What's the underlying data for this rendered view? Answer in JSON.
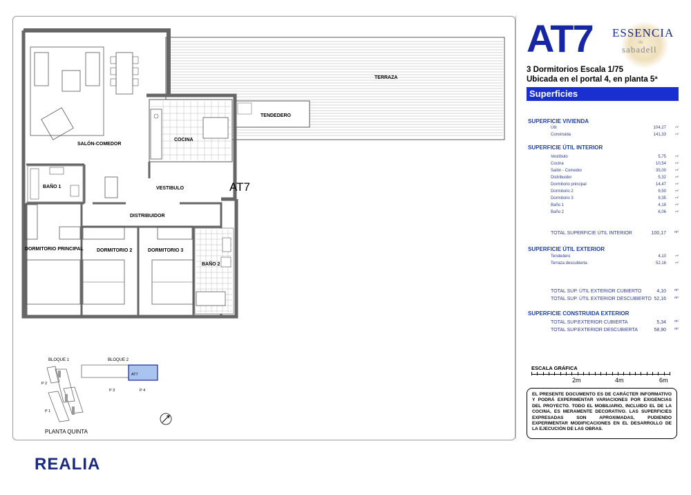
{
  "header": {
    "unit_code_a": "AT",
    "unit_code_b": "7",
    "brand_line1": "ESSENCIA",
    "brand_de": "de",
    "brand_line2": "sabadell",
    "subtitle_line1": "3 Dormitorios Escala 1/75",
    "subtitle_line2": "Ubicada en el portal 4, en planta 5ª"
  },
  "superficies": {
    "title": "Superficies",
    "unit": "m²",
    "vivienda": {
      "heading": "SUPERFICIE VIVIENDA",
      "rows": [
        {
          "name": "Útil",
          "value": "104,27"
        },
        {
          "name": "Construida",
          "value": "141,33"
        }
      ]
    },
    "util_interior": {
      "heading": "SUPERFICIE ÚTIL INTERIOR",
      "rows": [
        {
          "name": "Vestíbulo",
          "value": "5,75"
        },
        {
          "name": "Cocina",
          "value": "10,54"
        },
        {
          "name": "Salón - Comedor",
          "value": "35,00"
        },
        {
          "name": "Distribuidor",
          "value": "5,32"
        },
        {
          "name": "Dormitorio principal",
          "value": "14,47"
        },
        {
          "name": "Dormitorio 2",
          "value": "9,50"
        },
        {
          "name": "Dormitorio 3",
          "value": "9,35"
        },
        {
          "name": "Baño 1",
          "value": "4,18"
        },
        {
          "name": "Baño 2",
          "value": "6,06"
        }
      ],
      "total_label": "TOTAL SUPERFICIE ÚTIL INTERIOR",
      "total_value": "100,17"
    },
    "util_exterior": {
      "heading": "SUPERFICIE ÚTIL EXTERIOR",
      "rows": [
        {
          "name": "Tendedero",
          "value": "4,10"
        },
        {
          "name": "Terraza descubierta",
          "value": "52,16"
        }
      ],
      "totals": [
        {
          "name": "TOTAL SUP. ÚTIL EXTERIOR CUBIERTO",
          "value": "4,10"
        },
        {
          "name": "TOTAL SUP. ÚTIL EXTERIOR DESCUBIERTO",
          "value": "52,16"
        }
      ]
    },
    "construida_exterior": {
      "heading": "SUPERFICIE CONSTRUIDA EXTERIOR",
      "totals": [
        {
          "name": "TOTAL SUP.EXTERIOR CUBIERTA",
          "value": "5,34"
        },
        {
          "name": "TOTAL SUP.EXTERIOR DESCUBIERTA",
          "value": "58,90"
        }
      ]
    }
  },
  "scale": {
    "label": "ESCALA GRÁFICA",
    "marks": [
      "2m",
      "4m",
      "6m"
    ]
  },
  "notice": "EL PRESENTE DOCUMENTO ES DE CARÁCTER INFORMATIVO Y PODRÁ EXPERIMENTAR VARIACIONES POR EXIGENCIAS DEL PROYECTO. TODO EL MOBILIARIO, INCLUIDO EL DE LA COCINA, ES MERAMENTE DECORATIVO. LAS SUPERFICIES EXPRESADAS SON APROXIMADAS, PUDIENDO EXPERIMENTAR MODIFICACIONES EN EL DESARROLLO DE LA EJECUCIÓN DE LAS OBRAS.",
  "plan": {
    "rooms": {
      "terraza": "TERRAZA",
      "tendedero": "TENDEDERO",
      "salon": "SALÓN-COMEDOR",
      "cocina": "COCINA",
      "bano1": "BAÑO 1",
      "vestibulo": "VESTIBULO",
      "distribuidor": "DISTRIBUIDOR",
      "dorm_principal": "DORMITORIO PRINCIPAL",
      "dorm2": "DORMITORIO 2",
      "dorm3": "DORMITORIO 3",
      "bano2": "BAÑO 2"
    },
    "unit_label": "AT7"
  },
  "key_plan": {
    "bloque1": "BLOQUE 1",
    "bloque2": "BLOQUE 2",
    "unit": "AT7",
    "p1": "P 1",
    "p2": "P 2",
    "p3": "P 3",
    "p4": "P 4",
    "planta": "PLANTA QUINTA"
  },
  "footer": {
    "brand": "REALIA"
  },
  "colors": {
    "brand_blue": "#1726a3",
    "bar_blue": "#1a2fd0",
    "text_blue": "#2a3a90",
    "highlight_blue": "#a9c4f0"
  }
}
